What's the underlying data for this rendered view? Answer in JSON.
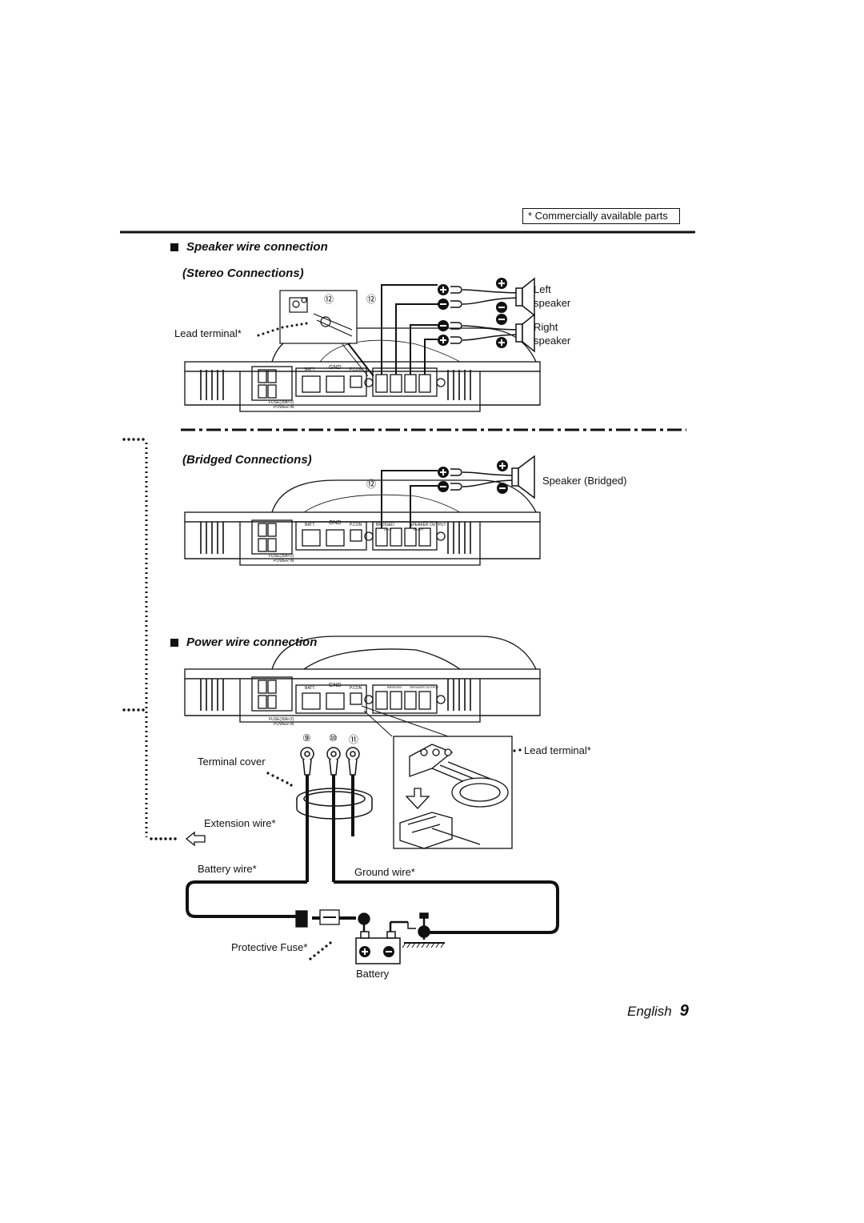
{
  "note": "* Commercially available parts",
  "speaker_section": {
    "heading": "Speaker wire connection",
    "stereo_heading": "(Stereo Connections)",
    "bridged_heading": "(Bridged Connections)",
    "lead_terminal": "Lead terminal*",
    "left_speaker": [
      "Left",
      "speaker"
    ],
    "right_speaker": [
      "Right",
      "speaker"
    ],
    "speaker_bridged": "Speaker (Bridged)",
    "ref_12": "⑫"
  },
  "power_section": {
    "heading": "Power wire connection",
    "refs": [
      "⑨",
      "⑩",
      "⑪"
    ],
    "lead_terminal": "Lead terminal*",
    "terminal_cover": "Terminal cover",
    "extension_wire": "Extension wire*",
    "battery_wire": "Battery wire*",
    "ground_wire": "Ground wire*",
    "protective_fuse": "Protective Fuse*",
    "battery": "Battery"
  },
  "amp_panel": {
    "batt": "BATT.",
    "gnd": "GND",
    "pcon": "P.CON",
    "left": "LEFT",
    "right": "RIGHT",
    "bridged": "BRIDGED",
    "speaker_output": "SPEAKER OUTPUT",
    "fuse_label": "FUSE(30A×2)",
    "power_in": "POWER IN"
  },
  "footer": {
    "language": "English",
    "page_number": "9"
  }
}
